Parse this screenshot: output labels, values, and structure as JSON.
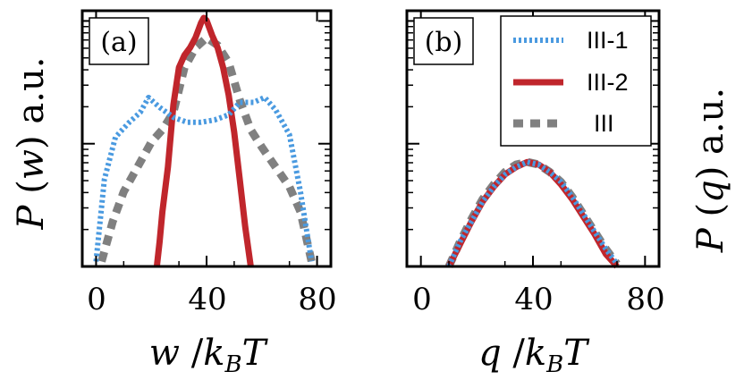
{
  "chart_data": [
    {
      "type": "line",
      "panel_label": "(a)",
      "xlabel": "w /k_BT",
      "xlabel_parts": {
        "var": "w",
        "slash": " /",
        "k": "k",
        "sub": "B",
        "t": "T"
      },
      "ylabel": "P (w) a.u.",
      "ylabel_parts": {
        "p": "P",
        "open": "(",
        "var": "w",
        "close": ")",
        "unit": "a.u."
      },
      "xlim": [
        -5,
        85
      ],
      "ylim": [
        0,
        1
      ],
      "y_scale": "log",
      "xticks": [
        0,
        40,
        80
      ],
      "xtick_labels": [
        "0",
        "40",
        "80"
      ],
      "grid": false,
      "series": [
        {
          "name": "III-1",
          "color": "#4a9ae0",
          "style": "dotted",
          "x": [
            0,
            3,
            7,
            12,
            16,
            19,
            23,
            28,
            33,
            38,
            43,
            48,
            52,
            57,
            61,
            65,
            70,
            74,
            78
          ],
          "y": [
            0.02,
            0.35,
            0.52,
            0.58,
            0.62,
            0.68,
            0.64,
            0.6,
            0.58,
            0.58,
            0.59,
            0.61,
            0.66,
            0.66,
            0.68,
            0.63,
            0.53,
            0.3,
            0.02
          ]
        },
        {
          "name": "III-2",
          "color": "#c0262c",
          "style": "solid",
          "x": [
            22,
            23,
            24,
            26,
            28,
            30,
            32,
            34,
            36,
            38,
            39,
            40,
            42,
            44,
            46,
            48,
            50,
            52,
            54,
            56
          ],
          "y": [
            0.0,
            0.1,
            0.22,
            0.4,
            0.65,
            0.8,
            0.85,
            0.88,
            0.92,
            0.98,
            1.0,
            0.99,
            0.93,
            0.88,
            0.8,
            0.69,
            0.54,
            0.35,
            0.16,
            0.0
          ]
        },
        {
          "name": "III",
          "color": "#808080",
          "style": "dashed",
          "x": [
            2,
            6,
            10,
            15,
            20,
            24,
            28,
            32,
            36,
            40,
            44,
            48,
            52,
            56,
            60,
            65,
            70,
            74,
            78
          ],
          "y": [
            0.02,
            0.18,
            0.3,
            0.4,
            0.5,
            0.55,
            0.62,
            0.8,
            0.88,
            0.92,
            0.89,
            0.82,
            0.67,
            0.55,
            0.48,
            0.4,
            0.32,
            0.22,
            0.02
          ]
        }
      ]
    },
    {
      "type": "line",
      "panel_label": "(b)",
      "xlabel": "q /k_BT",
      "xlabel_parts": {
        "var": "q",
        "slash": " /",
        "k": "k",
        "sub": "B",
        "t": "T"
      },
      "ylabel": "P (q) a.u.",
      "ylabel_parts": {
        "p": "P",
        "open": "(",
        "var": "q",
        "close": ")",
        "unit": "a.u."
      },
      "xlim": [
        -5,
        85
      ],
      "ylim": [
        0,
        1
      ],
      "y_scale": "log",
      "xticks": [
        0,
        40,
        80
      ],
      "xtick_labels": [
        "0",
        "40",
        "80"
      ],
      "grid": false,
      "legend": {
        "location": "top-right",
        "entries": [
          "III-1",
          "III-2",
          "III"
        ]
      },
      "series": [
        {
          "name": "III-1",
          "color": "#4a9ae0",
          "style": "dotted",
          "x": [
            10,
            14,
            18,
            22,
            26,
            30,
            34,
            38,
            42,
            46,
            50,
            54,
            58,
            62,
            66,
            70
          ],
          "y": [
            0.0,
            0.1,
            0.18,
            0.26,
            0.32,
            0.37,
            0.4,
            0.42,
            0.41,
            0.38,
            0.34,
            0.28,
            0.21,
            0.14,
            0.07,
            0.01
          ]
        },
        {
          "name": "III-2",
          "color": "#c0262c",
          "style": "solid",
          "x": [
            10,
            14,
            18,
            22,
            26,
            30,
            34,
            38,
            42,
            46,
            50,
            54,
            58,
            62,
            66,
            70
          ],
          "y": [
            0.0,
            0.09,
            0.18,
            0.26,
            0.32,
            0.37,
            0.4,
            0.42,
            0.41,
            0.38,
            0.33,
            0.27,
            0.2,
            0.13,
            0.05,
            0.0
          ]
        },
        {
          "name": "III",
          "color": "#808080",
          "style": "dashed",
          "x": [
            10,
            14,
            18,
            22,
            26,
            30,
            34,
            38,
            42,
            46,
            50,
            54,
            58,
            62,
            66,
            70
          ],
          "y": [
            0.0,
            0.1,
            0.19,
            0.27,
            0.33,
            0.38,
            0.41,
            0.42,
            0.41,
            0.38,
            0.34,
            0.28,
            0.21,
            0.14,
            0.07,
            0.01
          ]
        }
      ]
    }
  ]
}
